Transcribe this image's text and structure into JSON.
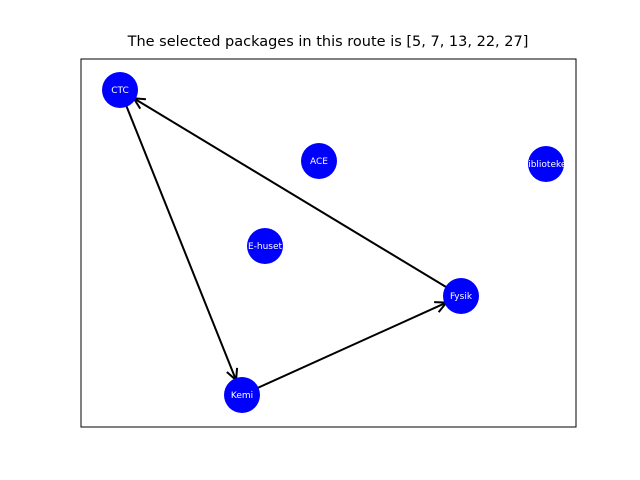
{
  "title": "The selected packages in this route is [5, 7, 13, 22, 27]",
  "colors": {
    "node_fill": "#0000ff",
    "node_label": "#ffffff",
    "edge": "#000000",
    "frame": "#000000"
  },
  "nodes": [
    {
      "id": "ctc",
      "label": "CTC"
    },
    {
      "id": "ace",
      "label": "ACE"
    },
    {
      "id": "bibliotek",
      "label": "Biblioteket"
    },
    {
      "id": "ehuset",
      "label": "E-huset"
    },
    {
      "id": "fysik",
      "label": "Fysik"
    },
    {
      "id": "kemi",
      "label": "Kemi"
    }
  ],
  "edges": [
    {
      "from": "ctc",
      "to": "kemi"
    },
    {
      "from": "kemi",
      "to": "fysik"
    },
    {
      "from": "fysik",
      "to": "ctc"
    }
  ]
}
